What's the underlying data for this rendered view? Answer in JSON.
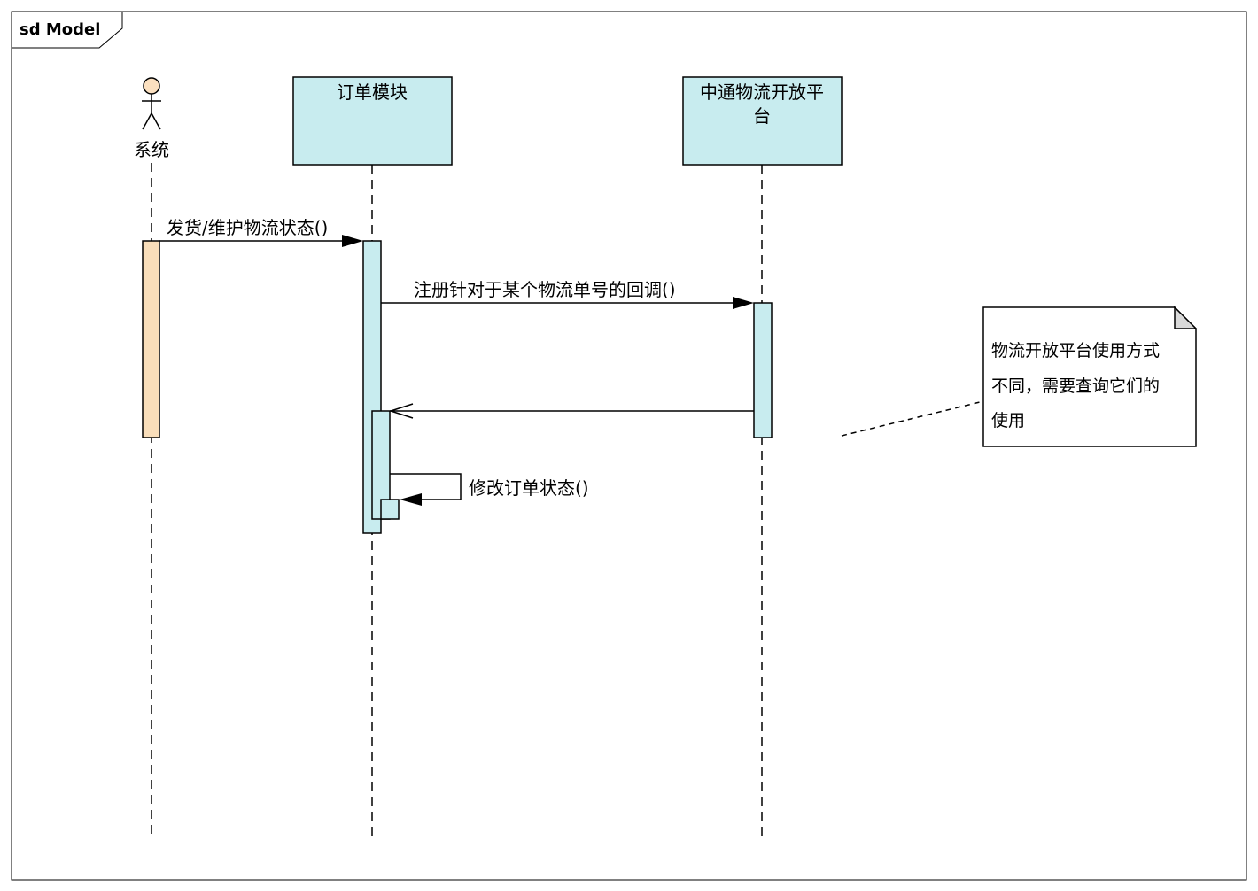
{
  "frame": {
    "label": "sd Model"
  },
  "participants": [
    {
      "id": "system",
      "name": "系统",
      "kind": "actor"
    },
    {
      "id": "order",
      "name": "订单模块",
      "kind": "object"
    },
    {
      "id": "zto",
      "name_lines": [
        "中通物流开放平",
        "台"
      ],
      "kind": "object"
    }
  ],
  "messages": [
    {
      "id": "m1",
      "label": "发货/维护物流状态()",
      "from": "system",
      "to": "order"
    },
    {
      "id": "m2",
      "label": "注册针对于某个物流单号的回调()",
      "from": "order",
      "to": "zto"
    },
    {
      "id": "m3",
      "label": "",
      "from": "zto",
      "to": "order",
      "style": "open-arrow"
    },
    {
      "id": "m4",
      "label": "修改订单状态()",
      "from": "order",
      "to": "order",
      "style": "self"
    }
  ],
  "note": {
    "lines": [
      "物流开放平台使用方式",
      "不同，需要查询它们的",
      "使用"
    ]
  },
  "colors": {
    "actor_fill": "#fbe0c0",
    "object_fill": "#c8ecef",
    "activation_actor": "#f9deba",
    "activation_object": "#c8ecef",
    "line": "#000000"
  }
}
